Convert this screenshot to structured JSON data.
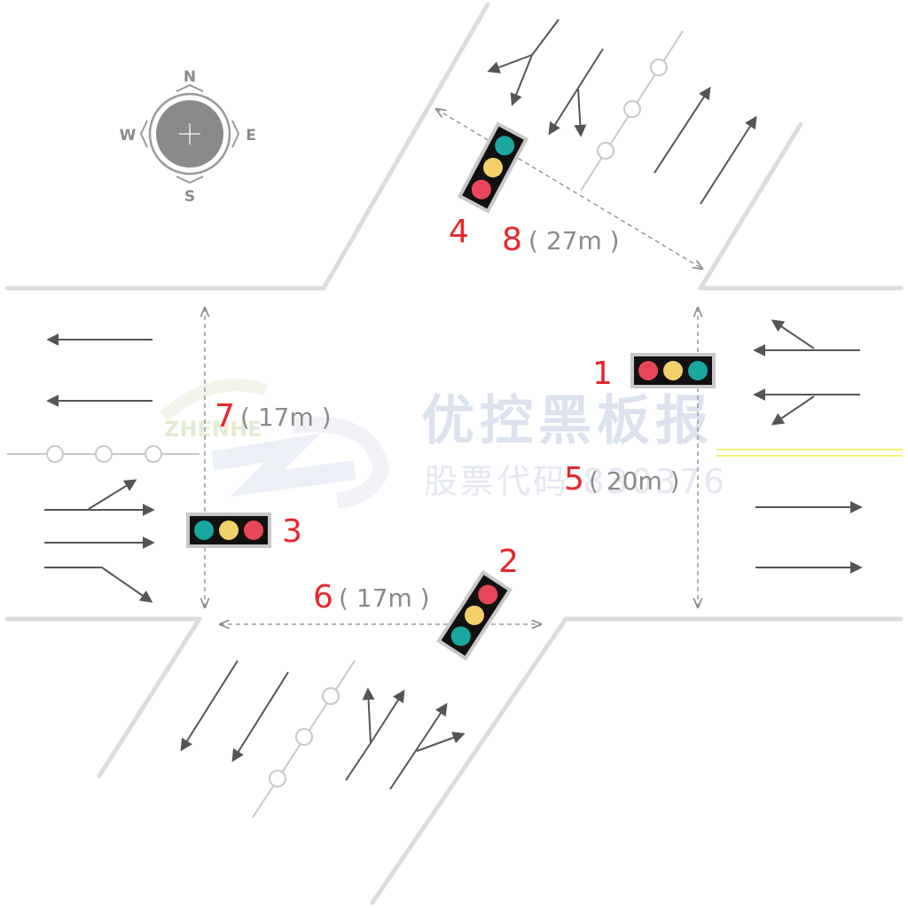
{
  "compass": {
    "n": "N",
    "s": "S",
    "e": "E",
    "w": "W"
  },
  "signals": [
    {
      "id": "1",
      "label": "1",
      "lights": [
        "#e8465a",
        "#f2d06a",
        "#1aa7a0"
      ]
    },
    {
      "id": "2",
      "label": "2",
      "lights": [
        "#e8465a",
        "#f2d06a",
        "#1aa7a0"
      ]
    },
    {
      "id": "3",
      "label": "3",
      "lights": [
        "#1aa7a0",
        "#f2d06a",
        "#e8465a"
      ]
    },
    {
      "id": "4",
      "label": "4",
      "lights": [
        "#1aa7a0",
        "#f2d06a",
        "#e8465a"
      ]
    }
  ],
  "crossings": [
    {
      "id": "5",
      "label": "5",
      "distance": "( 20m )"
    },
    {
      "id": "6",
      "label": "6",
      "distance": "( 17m )"
    },
    {
      "id": "7",
      "label": "7",
      "distance": "( 17m )"
    },
    {
      "id": "8",
      "label": "8",
      "distance": "( 27m )"
    }
  ],
  "watermark": {
    "title": "优控黑板报",
    "subtitle": "股票代码 830376",
    "brand": "ZHENHE"
  },
  "colors": {
    "road_edge": "#dcdcdc",
    "arrow": "#555555",
    "dashed_line": "#8a8a8a",
    "center_line": "#f5f07a",
    "number": "#e8262a",
    "distance_text": "#8a8a8a"
  }
}
